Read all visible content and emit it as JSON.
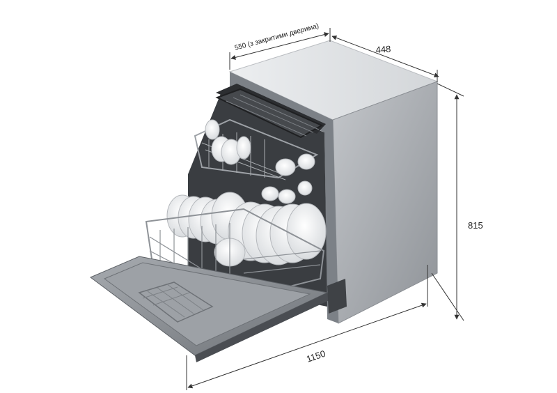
{
  "dimensions": {
    "depth_closed_door": "550 (з закритими дверима)",
    "width": "448",
    "height": "815",
    "depth_open_door": "1150"
  },
  "colors": {
    "body_side": "#a9adb2",
    "body_top": "#dfe1e4",
    "body_front": "#7f848a",
    "interior": "#3a3d41",
    "rack": "#6b6f74",
    "plate": "#f2f3f4",
    "door_panel": "#8f9399",
    "dimension_line": "#333333"
  }
}
